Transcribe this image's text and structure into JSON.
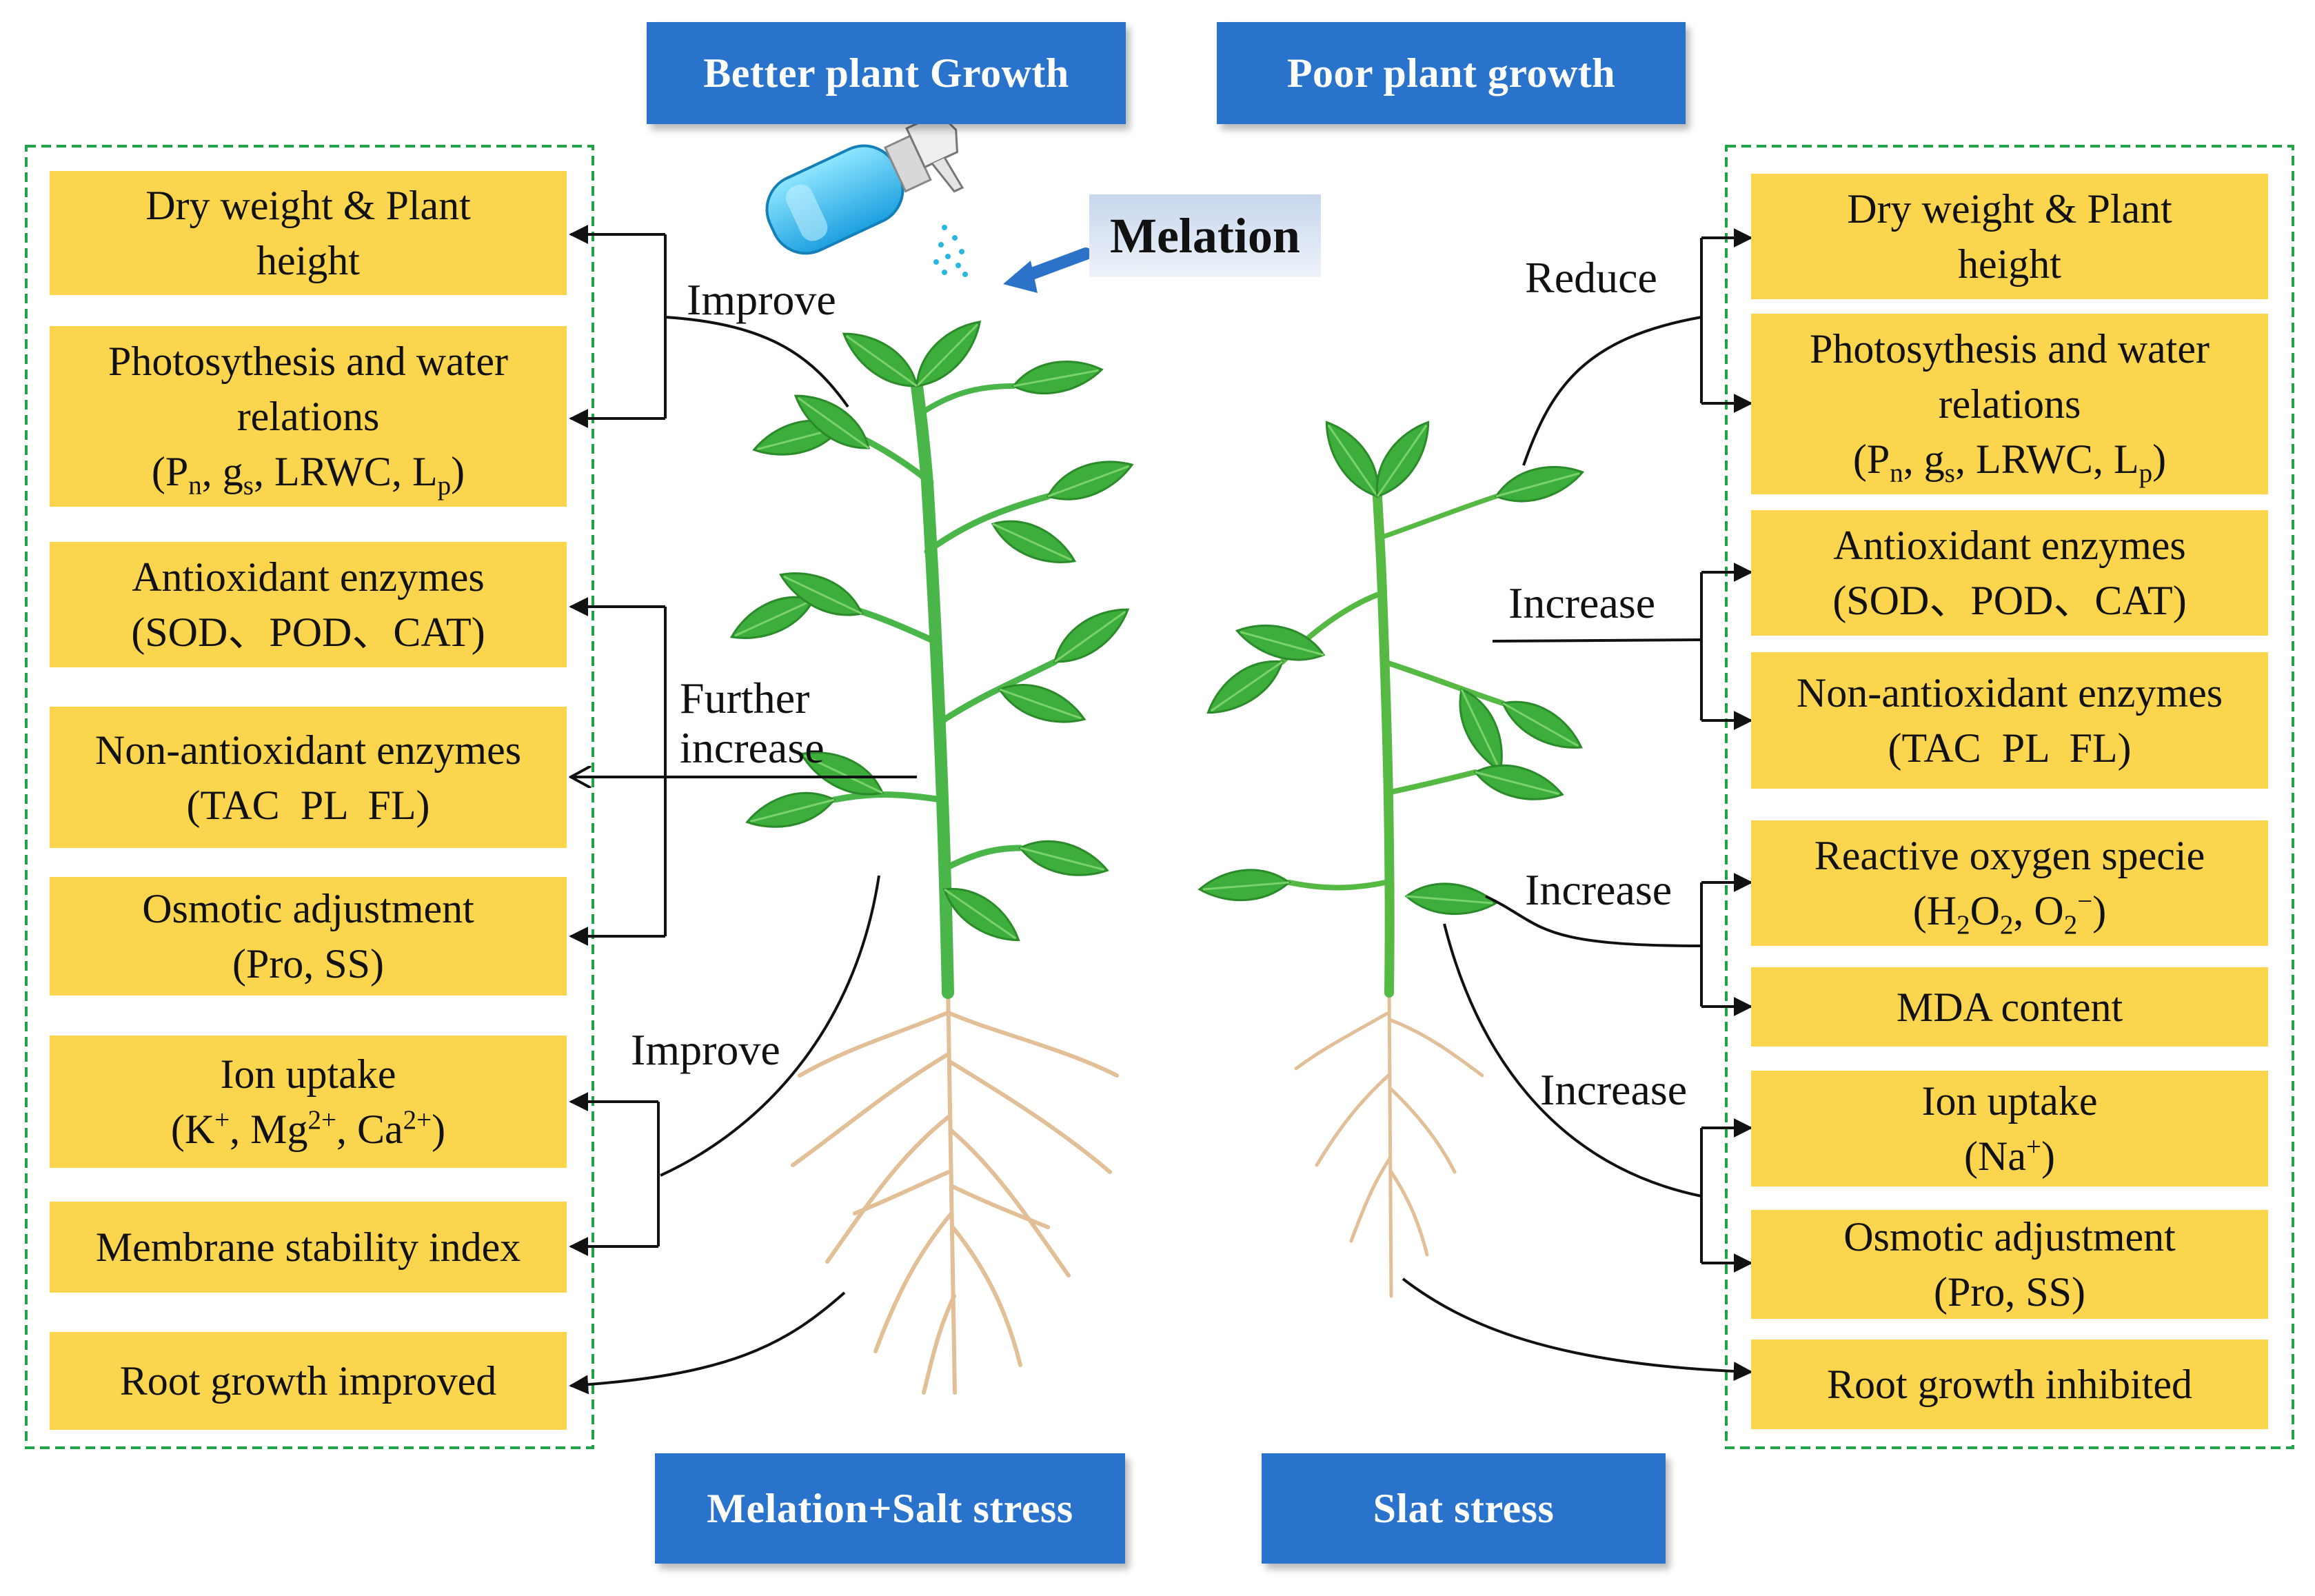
{
  "headers": {
    "better_growth": "Better plant Growth",
    "poor_growth": "Poor plant growth",
    "treated_condition": "Melation+Salt stress",
    "stress_condition": "Slat stress"
  },
  "melation_label": "Melation",
  "left_panel": {
    "boxes": [
      {
        "lines": [
          "Dry weight & Plant",
          "height"
        ]
      },
      {
        "lines": [
          "Photosythesis and water",
          "relations",
          "(P<sub>n</sub>, g<sub>s</sub>, LRWC, L<sub>p</sub>)"
        ]
      },
      {
        "lines": [
          "Antioxidant enzymes",
          "(SOD、POD、CAT)"
        ]
      },
      {
        "lines": [
          "Non-antioxidant enzymes",
          "(TAC  PL  FL)"
        ]
      },
      {
        "lines": [
          "Osmotic adjustment",
          "(Pro, SS)"
        ]
      },
      {
        "lines": [
          "Ion uptake",
          "(K<sup>+</sup>, Mg<sup>2+</sup>, Ca<sup>2+</sup>)"
        ]
      },
      {
        "lines": [
          "Membrane stability index"
        ]
      },
      {
        "lines": [
          "Root growth improved"
        ]
      }
    ],
    "arrow_labels": {
      "improve_top": "Improve",
      "further_increase_1": "Further",
      "further_increase_2": "increase",
      "improve_bottom": "Improve"
    }
  },
  "right_panel": {
    "boxes": [
      {
        "lines": [
          "Dry weight & Plant",
          "height"
        ]
      },
      {
        "lines": [
          "Photosythesis and water",
          "relations",
          "(P<sub>n</sub>, g<sub>s</sub>, LRWC, L<sub>p</sub>)"
        ]
      },
      {
        "lines": [
          "Antioxidant enzymes",
          "(SOD、POD、CAT)"
        ]
      },
      {
        "lines": [
          "Non-antioxidant enzymes",
          "(TAC  PL  FL)"
        ]
      },
      {
        "lines": [
          "Reactive oxygen specie",
          "(H<sub>2</sub>O<sub>2</sub>,  O<sub>2</sub><sup>−</sup>)"
        ]
      },
      {
        "lines": [
          "MDA content"
        ]
      },
      {
        "lines": [
          "Ion uptake",
          "(Na<sup>+</sup>)"
        ]
      },
      {
        "lines": [
          "Osmotic adjustment",
          "(Pro, SS)"
        ]
      },
      {
        "lines": [
          "Root growth inhibited"
        ]
      }
    ],
    "arrow_labels": {
      "reduce": "Reduce",
      "increase_enzymes": "Increase",
      "increase_ros": "Increase",
      "increase_ions": "Increase"
    }
  },
  "colors": {
    "header_blue": "#2a73cc",
    "box_yellow": "#fad54d",
    "frame_green": "#22a34a",
    "leaf_green": "#3dae3b",
    "root_tan": "#e2bf96"
  }
}
